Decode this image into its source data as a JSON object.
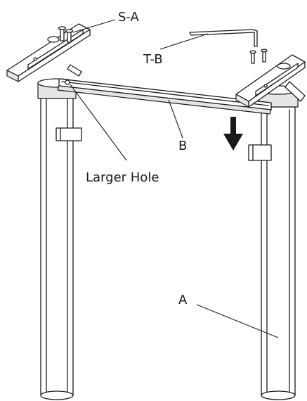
{
  "labels": {
    "screw_a": "S-A",
    "tool_b": "T-B",
    "crossbar": "B",
    "larger_hole": "Larger Hole",
    "leg": "A"
  }
}
